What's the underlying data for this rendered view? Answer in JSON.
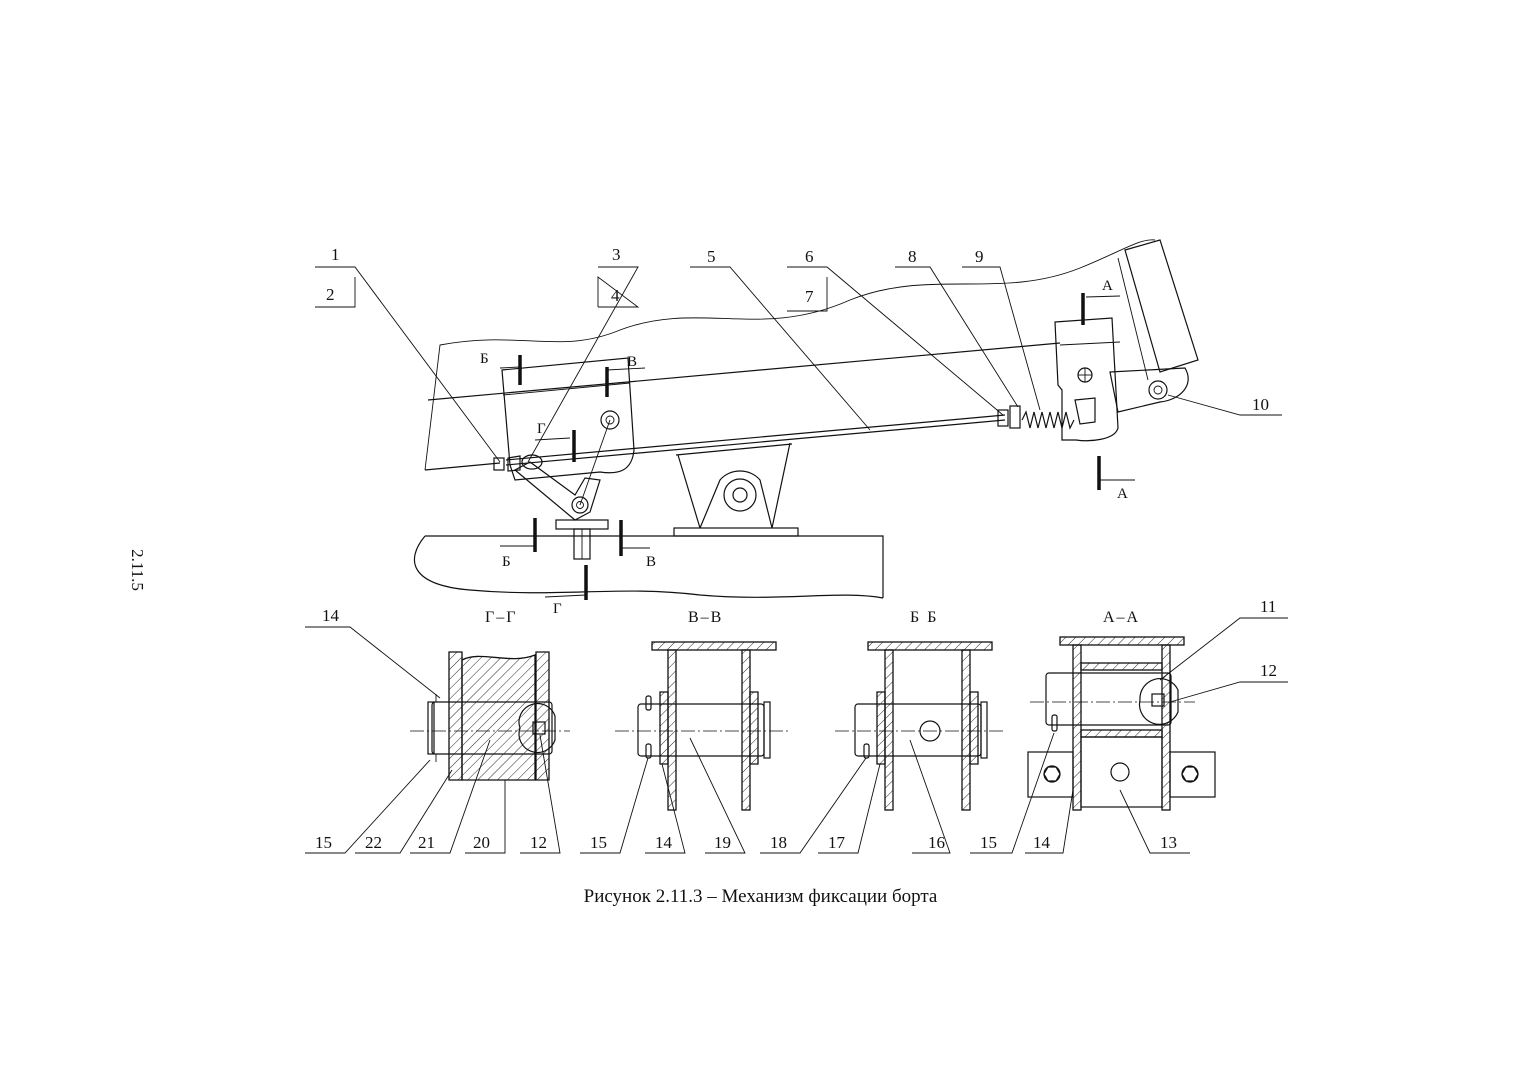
{
  "page_number": "2.11.5",
  "caption": "Рисунок 2.11.3 – Механизм фиксации борта",
  "callouts": {
    "c1": "1",
    "c2": "2",
    "c3": "3",
    "c4": "4",
    "c5": "5",
    "c6": "6",
    "c7": "7",
    "c8": "8",
    "c9": "9",
    "c10": "10",
    "c11": "11",
    "c12": "12",
    "c12b": "12",
    "c13": "13",
    "c14a": "14",
    "c14b": "14",
    "c14c": "14",
    "c15a": "15",
    "c15b": "15",
    "c15c": "15",
    "c16": "16",
    "c17": "17",
    "c18": "18",
    "c19": "19",
    "c20": "20",
    "c21": "21",
    "c22": "22"
  },
  "sections": {
    "gg": "Г–Г",
    "vv": "В–В",
    "bb": "Б  Б",
    "aa": "А–А"
  },
  "cut_marks": {
    "a": "А",
    "b": "Б",
    "v": "В",
    "g": "Г"
  }
}
